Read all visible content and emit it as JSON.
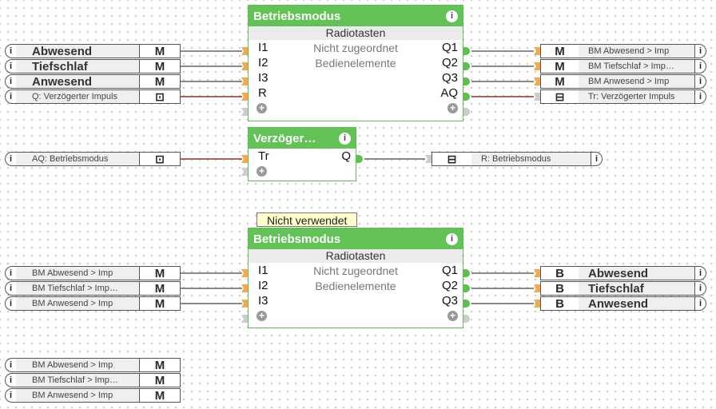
{
  "colors": {
    "block_header": "#62c256",
    "block_border": "#5cbf4e",
    "pin_out_active": "#5cbf4e",
    "pin_in": "#f5a94a",
    "pin_inactive": "#cccccc",
    "wire_normal": "#666666",
    "wire_trigger": "#9b2b25",
    "note_bg": "#ffffcc"
  },
  "icons": {
    "info": "i",
    "plus": "+",
    "trigger_out": "⊡",
    "trigger_in": "⊟"
  },
  "block1": {
    "title": "Betriebsmodus",
    "subtitle": "Radiotasten",
    "desc1": "Nicht zugeordnet",
    "desc2": "Bedienelemente",
    "inputs": [
      "I1",
      "I2",
      "I3",
      "R"
    ],
    "outputs": [
      "Q1",
      "Q2",
      "Q3",
      "AQ"
    ],
    "left_connections": [
      {
        "label": "Abwesend",
        "type": "M"
      },
      {
        "label": "Tiefschlaf",
        "type": "M"
      },
      {
        "label": "Anwesend",
        "type": "M"
      },
      {
        "label": "Q: Verzögerter Impuls",
        "type": "⊡"
      }
    ],
    "right_connections": [
      {
        "label": "BM Abwesend > Imp",
        "type": "M"
      },
      {
        "label": "BM Tiefschlaf > Imp…",
        "type": "M"
      },
      {
        "label": "BM Anwesend > Imp",
        "type": "M"
      },
      {
        "label": "Tr: Verzögerter Impuls",
        "type": "⊟"
      }
    ]
  },
  "block2": {
    "title": "Verzöger…",
    "inputs": [
      "Tr"
    ],
    "outputs": [
      "Q"
    ],
    "left_connections": [
      {
        "label": "AQ: Betriebsmodus",
        "type": "⊡"
      }
    ],
    "right_connections": [
      {
        "label": "R: Betriebsmodus",
        "type": "⊟"
      }
    ]
  },
  "block3": {
    "note": "Nicht verwendet",
    "title": "Betriebsmodus",
    "subtitle": "Radiotasten",
    "desc1": "Nicht zugeordnet",
    "desc2": "Bedienelemente",
    "inputs": [
      "I1",
      "I2",
      "I3"
    ],
    "outputs": [
      "Q1",
      "Q2",
      "Q3"
    ],
    "left_connections": [
      {
        "label": "BM Abwesend > Imp",
        "type": "M"
      },
      {
        "label": "BM Tiefschlaf > Imp…",
        "type": "M"
      },
      {
        "label": "BM Anwesend > Imp",
        "type": "M"
      }
    ],
    "right_connections": [
      {
        "label": "Abwesend",
        "type": "B"
      },
      {
        "label": "Tiefschlaf",
        "type": "B"
      },
      {
        "label": "Anwesend",
        "type": "B"
      }
    ]
  },
  "loose_markers": [
    {
      "label": "BM Abwesend > Imp",
      "type": "M"
    },
    {
      "label": "BM Tiefschlaf > Imp…",
      "type": "M"
    },
    {
      "label": "BM Anwesend > Imp",
      "type": "M"
    }
  ]
}
